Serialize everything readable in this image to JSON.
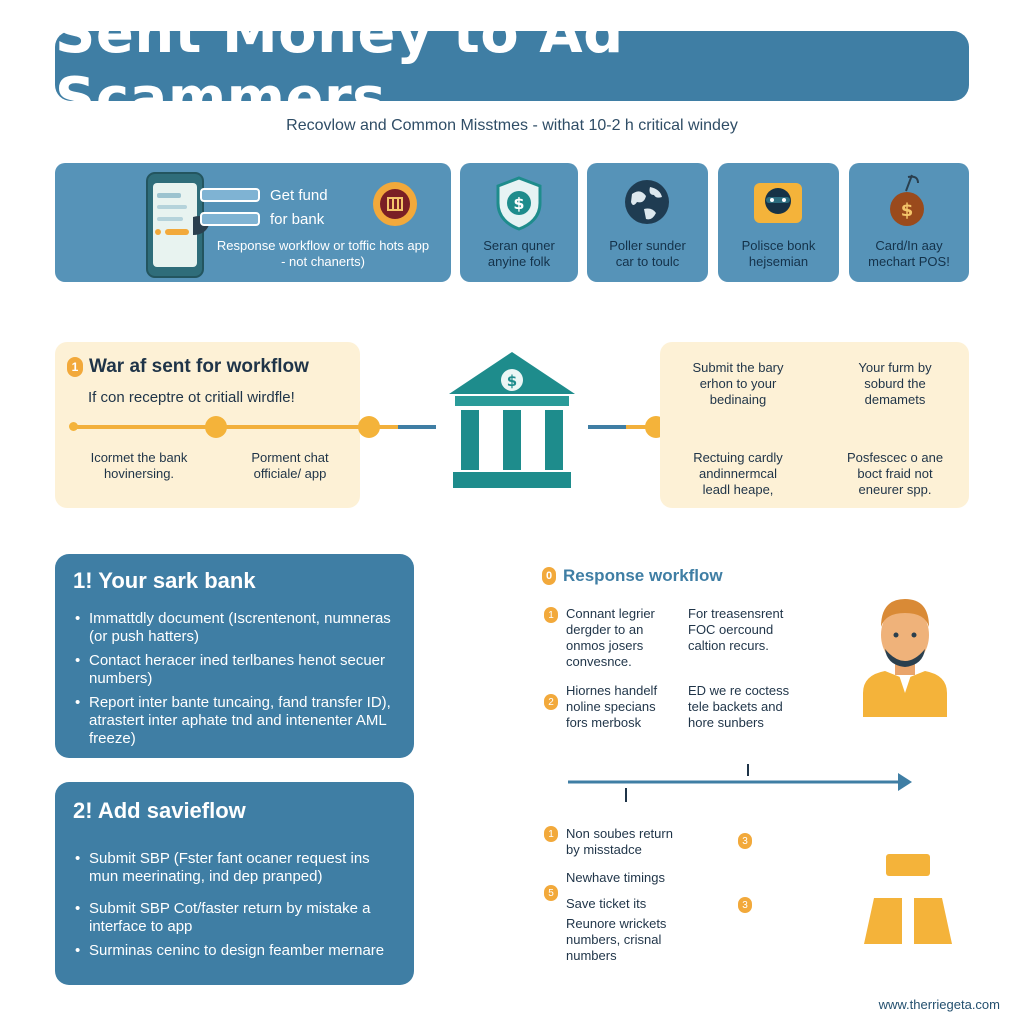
{
  "title": "Sent Money to Ad Scammers",
  "subtitle": "Recovlow and Common Misstmes - withat 10-2 h critical windey",
  "tiles": {
    "big": {
      "row1": "Get fund",
      "row2": "for bank",
      "caption1": "Response workflow or toffic hots app",
      "caption2": "- not chanerts)"
    },
    "shield": {
      "caption1": "Seran quner",
      "caption2": "anyine folk"
    },
    "globe": {
      "caption1": "Poller sunder",
      "caption2": "car to toulc"
    },
    "police": {
      "caption1": "Polisce bonk",
      "caption2": "hejsemian"
    },
    "card": {
      "caption1": "Card/In aay",
      "caption2": "mechart POS!"
    }
  },
  "band_left": {
    "number": "1",
    "title": "War af sent for workflow",
    "subtitle": "If con receptre ot critiall wirdfle!",
    "item1_line1": "Icormet the bank",
    "item1_line2": "hovinersing.",
    "item2_line1": "Porment chat",
    "item2_line2": "officiale/ app"
  },
  "band_right": {
    "top1_line1": "Submit the bary",
    "top1_line2": "erhon to your",
    "top1_line3": "bedinaing",
    "top2_line1": "Your furm by",
    "top2_line2": "soburd the",
    "top2_line3": "demamets",
    "bot1_line1": "Rectuing cardly",
    "bot1_line2": "andinnermcal",
    "bot1_line3": "leadl heape,",
    "bot2_line1": "Posfescec o ane",
    "bot2_line2": "boct fraid not",
    "bot2_line3": "eneurer spp."
  },
  "card1": {
    "title": "1! Your sark bank",
    "items": [
      "Immattdly document (Iscrentenont, numneras (or push hatters)",
      "Contact heracer ined terlbanes henot secuer numbers)",
      "Report inter bante tuncaing, fand transfer ID), atrastert inter aphate tnd and intenenter AML freeze)"
    ]
  },
  "card2": {
    "title": "2! Add savieflow",
    "items": [
      "Submit SBP (Fster fant ocaner request ins mun meerinating, ind dep pranped)",
      "Submit SBP Cot/faster return by mistake a interface to app",
      "Surminas ceninc to design feamber mernare"
    ]
  },
  "response": {
    "number": "0",
    "title": "Response workflow",
    "s1_num": "1",
    "s1_line1": "Connant legrier",
    "s1_line2": "dergder to an",
    "s1_line3": "onmos josers",
    "s1_line4": "convesnce.",
    "s1r_line1": "For treasensrent",
    "s1r_line2": "FOC oercound",
    "s1r_line3": "caltion recurs.",
    "s2_num": "2",
    "s2_line1": "Hiornes handelf",
    "s2_line2": "noline specians",
    "s2_line3": "fors merbosk",
    "s2r_line1": "ED we re coctess",
    "s2r_line2": "tele backets and",
    "s2r_line3": "hore sunbers",
    "s3_num": "1",
    "s3_line1": "Non soubes return",
    "s3_line2": "by misstadce",
    "s3_right_num": "3",
    "s4_line1": "Newhave timings",
    "s5_num": "5",
    "s5_line1": "Save ticket its",
    "s5_right_num": "3",
    "s6_line1": "Reunore wrickets",
    "s6_line2": "numbers, crisnal",
    "s6_line3": "numbers"
  },
  "footer": "www.therriegeta.com",
  "colors": {
    "primary": "#3f7ea4",
    "tile": "#5693b8",
    "accent": "#f2a93b",
    "band": "#fdf1d6",
    "teal": "#1e8c8c"
  }
}
